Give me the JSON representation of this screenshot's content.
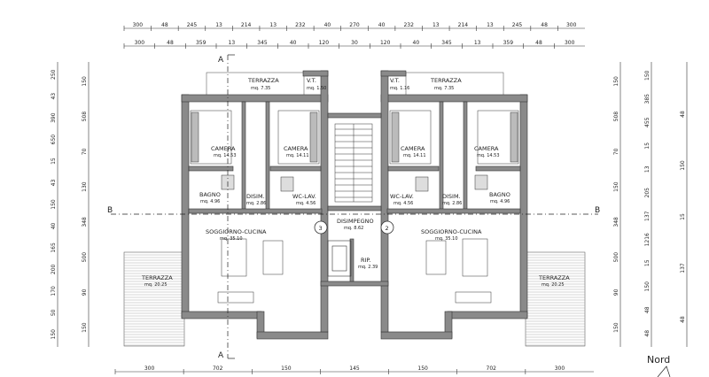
{
  "dims": {
    "top_row1": [
      "300",
      "48",
      "245",
      "13",
      "214",
      "13",
      "232",
      "40",
      "270",
      "40",
      "232",
      "13",
      "214",
      "13",
      "245",
      "48",
      "300"
    ],
    "top_row2": [
      "300",
      "48",
      "359",
      "13",
      "345",
      "40",
      "120",
      "30",
      "120",
      "40",
      "345",
      "13",
      "359",
      "48",
      "300"
    ],
    "bottom_row": [
      "300",
      "702",
      "150",
      "145",
      "150",
      "702",
      "300"
    ],
    "left_col1": [
      "250",
      "43",
      "390",
      "650",
      "15",
      "43",
      "150",
      "40",
      "165",
      "200",
      "170",
      "50",
      "150"
    ],
    "left_col2": [
      "150",
      "508",
      "70",
      "130",
      "348",
      "500",
      "90",
      "150"
    ],
    "right_col1": [
      "150",
      "508",
      "70",
      "150",
      "348",
      "500",
      "90",
      "150"
    ],
    "right_col2": [
      "150",
      "385",
      "455",
      "15",
      "13",
      "205",
      "137",
      "1216",
      "15",
      "150",
      "48",
      "48"
    ],
    "right_col3": [
      "48",
      "150",
      "15",
      "137",
      "48"
    ]
  },
  "rooms": {
    "terrazza_top_left": {
      "name": "TERRAZZA",
      "area": "mq. 7.35"
    },
    "vt_left": {
      "name": "V.T.",
      "area": "mq. 1.50"
    },
    "vt_right": {
      "name": "V.T.",
      "area": "mq. 1.16"
    },
    "terrazza_top_right": {
      "name": "TERRAZZA",
      "area": "mq. 7.35"
    },
    "camera_1": {
      "name": "CAMERA",
      "area": "mq. 14.53"
    },
    "camera_2": {
      "name": "CAMERA",
      "area": "mq. 14.11"
    },
    "camera_3": {
      "name": "CAMERA",
      "area": "mq. 14.11"
    },
    "camera_4": {
      "name": "CAMERA",
      "area": "mq. 14.53"
    },
    "bagno_left": {
      "name": "BAGNO",
      "area": "mq. 4.96"
    },
    "disim_left": {
      "name": "DISIM.",
      "area": "mq. 2.86"
    },
    "wc_left": {
      "name": "WC-LAV.",
      "area": "mq. 4.56"
    },
    "wc_right": {
      "name": "WC-LAV.",
      "area": "mq. 4.56"
    },
    "disim_right": {
      "name": "DISIM.",
      "area": "mq. 2.86"
    },
    "bagno_right": {
      "name": "BAGNO",
      "area": "mq. 4.96"
    },
    "disimpegno": {
      "name": "DISIMPEGNO",
      "area": "mq. 8.62"
    },
    "soggiorno_left": {
      "name": "SOGGIORNO-CUCINA",
      "area": "mq. 35.10"
    },
    "soggiorno_right": {
      "name": "SOGGIORNO-CUCINA",
      "area": "mq. 35.10"
    },
    "rip": {
      "name": "RIP.",
      "area": "mq. 2.39"
    },
    "terrazza_left": {
      "name": "TERRAZZA",
      "area": "mq. 20.25"
    },
    "terrazza_right": {
      "name": "TERRAZZA",
      "area": "mq. 20.25"
    }
  },
  "section_marks": {
    "a_top": "A",
    "a_bottom": "A",
    "b_left": "B",
    "b_right": "B"
  },
  "unit_numbers": {
    "left": "3",
    "right": "2"
  },
  "north": "Nord"
}
